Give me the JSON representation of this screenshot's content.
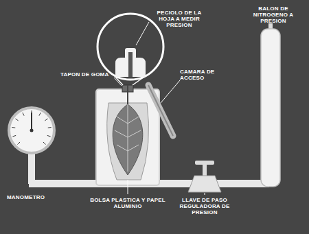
{
  "diagram": {
    "labels": [
      "PECIOLO DE LA HOJA A MEDIR PRESION",
      "BALON DE NITROGENO A PRESION",
      "TAPON DE GOMA",
      "CAMARA DE ACCESO",
      "MANOMETRO",
      "BOLSA PLASTICA Y PAPEL ALUMINIO",
      "LLAVE DE PASO REGULADORA DE PRESION"
    ]
  }
}
